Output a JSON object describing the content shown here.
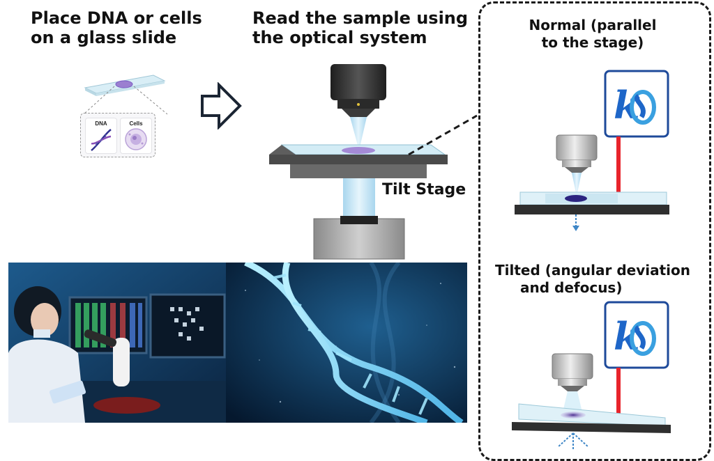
{
  "steps": {
    "place_heading_line1": "Place DNA or cells",
    "place_heading_line2": "on a glass slide",
    "read_heading_line1": "Read the sample using",
    "read_heading_line2": "the optical system"
  },
  "sample_labels": {
    "dna": "DNA",
    "cells": "Cells"
  },
  "stage_label": "Tilt Stage",
  "comparison": {
    "normal_line1": "Normal (parallel",
    "normal_line2": "to the stage)",
    "tilted_line1": "Tilted (angular deviation",
    "tilted_line2": "and defocus)"
  },
  "colors": {
    "laser_red": "#e8242b",
    "logo_blue": "#1e66c8",
    "sample_purple": "#7b5cc4",
    "beam_blue": "#bfe3f5",
    "stage_dark": "#3a3a3a",
    "photo_bg": "#0b2a4a"
  },
  "icons": [
    "arrow-right-icon",
    "dna-helix-icon",
    "cell-icon",
    "sensor-logo-icon"
  ]
}
